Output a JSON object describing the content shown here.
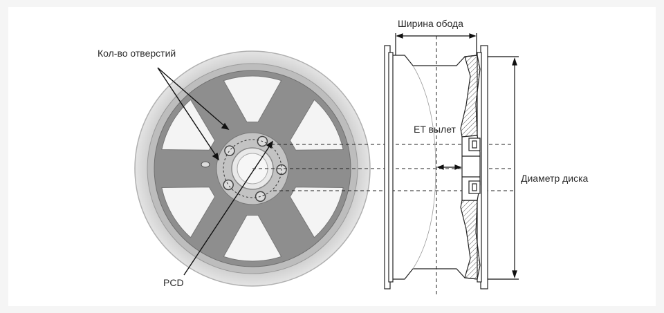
{
  "labels": {
    "holes": "Кол-во отверстий",
    "pcd": "PCD",
    "rim_width": "Ширина обода",
    "et": "ET вылет",
    "diameter": "Диаметр диска"
  },
  "colors": {
    "background": "#f5f5f5",
    "panel": "#ffffff",
    "wheel_outer": "#cfcfcf",
    "wheel_body": "#8d8d8d",
    "wheel_window": "#ffffff",
    "line": "#1a1a1a",
    "hatch": "#555555"
  }
}
